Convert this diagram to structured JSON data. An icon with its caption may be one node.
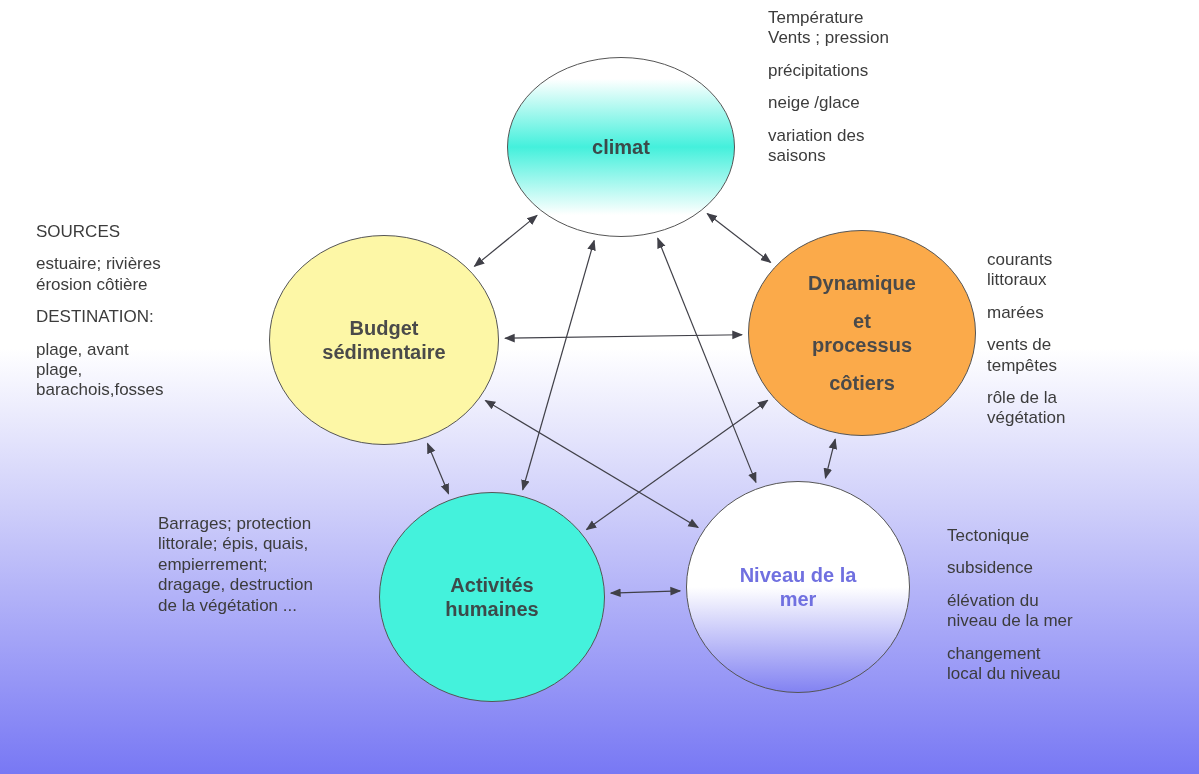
{
  "diagram": {
    "nodes": [
      {
        "text": [
          "climat"
        ],
        "beside": [
          "Température Vents ; pression",
          "précipitations",
          "neige /glace",
          "variation des saisons"
        ]
      },
      {
        "text": [
          "Budget sédimentaire"
        ],
        "beside": [
          "SOURCES",
          "estuaire; rivières érosion côtière",
          "DESTINATION:",
          "plage, avant plage, barachois,fosses"
        ]
      },
      {
        "text": [
          "Dynamique",
          "et processus",
          "côtiers"
        ],
        "beside": [
          "courants littoraux",
          "marées",
          "vents de tempêtes",
          "rôle de la végétation"
        ]
      },
      {
        "text": [
          "Activités humaines"
        ],
        "beside": [
          "Barrages; protection littorale; épis, quais, empierrement; dragage, destruction de la végétation ..."
        ]
      },
      {
        "text": [
          "Niveau de la mer"
        ],
        "beside": [
          "Tectonique",
          "subsidence",
          "élévation du niveau de la mer",
          "changement local du niveau"
        ]
      }
    ],
    "edges": [
      {
        "from": 1,
        "to": 0,
        "arrow": "both"
      },
      {
        "from": 0,
        "to": 2,
        "arrow": "both"
      },
      {
        "from": 1,
        "to": 2,
        "arrow": "both"
      },
      {
        "from": 0,
        "to": 3,
        "arrow": "both"
      },
      {
        "from": 0,
        "to": 4,
        "arrow": "both"
      },
      {
        "from": 1,
        "to": 4,
        "arrow": "both"
      },
      {
        "from": 2,
        "to": 3,
        "arrow": "both"
      },
      {
        "from": 1,
        "to": 3,
        "arrow": "both"
      },
      {
        "from": 2,
        "to": 4,
        "arrow": "both"
      },
      {
        "from": 3,
        "to": 4,
        "arrow": "both"
      }
    ]
  }
}
